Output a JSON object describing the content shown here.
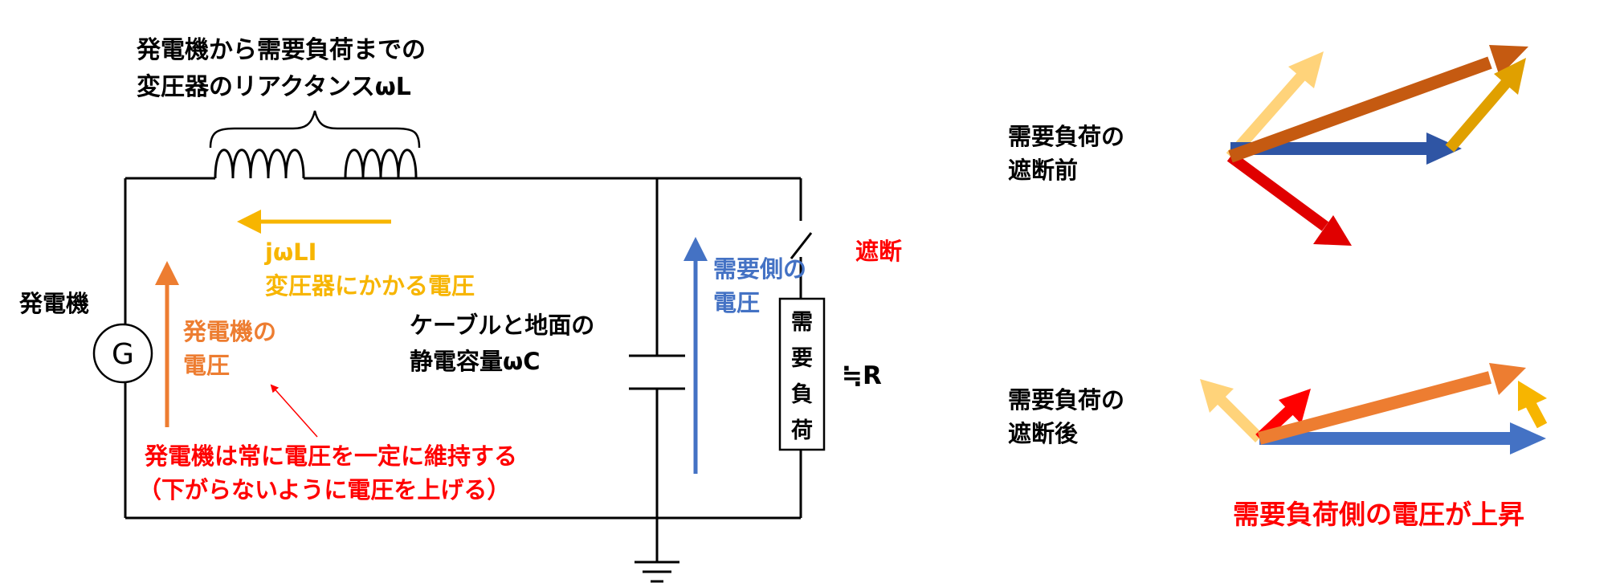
{
  "circuit": {
    "inductor_caption": {
      "line1": "発電機から需要負荷までの",
      "line2": "変圧器のリアクタンスωL"
    },
    "generator_label": "発電機",
    "generator_symbol": "G",
    "inductor_voltage": {
      "line1": "jωLI",
      "line2": "変圧器にかかる電圧"
    },
    "generator_voltage": {
      "line1": "発電機の",
      "line2": "電圧"
    },
    "capacitance": {
      "line1": "ケーブルと地面の",
      "line2": "静電容量ωC"
    },
    "demand_voltage": {
      "line1": "需要側の",
      "line2": "電圧"
    },
    "switch_label": "遮断",
    "load_box": [
      "需",
      "要",
      "負",
      "荷"
    ],
    "resistance": "≒R",
    "note": {
      "line1": "発電機は常に電圧を一定に維持する",
      "line2": "（下がらないように電圧を上げる）"
    }
  },
  "phasors": {
    "before_label": {
      "line1": "需要負荷の",
      "line2": "遮断前"
    },
    "after_label": {
      "line1": "需要負荷の",
      "line2": "遮断後"
    },
    "conclusion": "需要負荷側の電圧が上昇"
  },
  "colors": {
    "wire": "#000000",
    "inductor_voltage": "#f7b500",
    "generator_voltage": "#ed7d31",
    "demand_voltage": "#4472c4",
    "red": "#ff0000",
    "light_orange": "#ffd37a",
    "dark_orange": "#c55a11",
    "gold": "#e0a000",
    "blue": "#2f55a4",
    "dark_red": "#e00000"
  }
}
